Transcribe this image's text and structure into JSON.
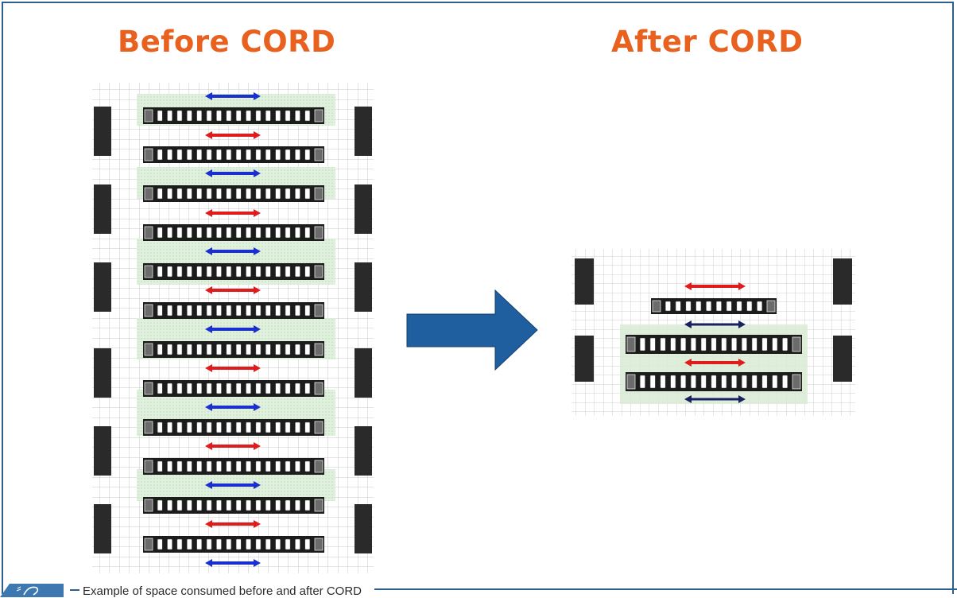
{
  "panels": {
    "before_title": "Before CORD",
    "after_title": "After CORD"
  },
  "caption": {
    "text": "Example of space consumed before and after CORD"
  },
  "colors": {
    "title": "#e8611f",
    "frame": "#2e5e8a",
    "arrow_fill": "#1f5fa0",
    "flow_red": "#e01b1b",
    "flow_blue": "#1a2fd0",
    "flow_navy": "#1a2160",
    "rack": "#1c1c1c",
    "floor_shade": "#d9ecd6",
    "grid": "#c9c9c9"
  },
  "icons": {
    "transition_arrow": "right-arrow-icon",
    "caption_icon": "page-corner-icon"
  }
}
